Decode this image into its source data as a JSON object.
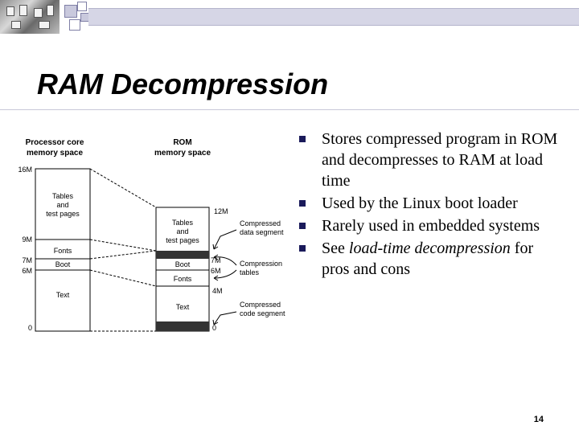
{
  "slide": {
    "title": "RAM Decompression",
    "page_number": "14"
  },
  "bullets": [
    {
      "text": "Stores compressed program in ROM and decompresses to RAM at load time",
      "emphasis": ""
    },
    {
      "text": "Used by the Linux boot loader",
      "emphasis": ""
    },
    {
      "text": "Rarely used in embedded systems",
      "emphasis": ""
    },
    {
      "text_before": "See ",
      "emphasis": "load-time decompression",
      "text_after": " for pros and cons"
    }
  ],
  "diagram": {
    "left_column_title": [
      "Processor core",
      "memory space"
    ],
    "right_column_title": [
      "ROM",
      "memory space"
    ],
    "ram_segments": [
      "Tables and test pages",
      "Fonts",
      "Boot",
      "Text"
    ],
    "ram_addresses": [
      "16M",
      "9M",
      "7M",
      "6M",
      "0"
    ],
    "rom_segments": [
      "Tables and test pages",
      "Boot",
      "Fonts",
      "Text"
    ],
    "rom_addresses": [
      "12M",
      "7M",
      "6M",
      "4M",
      "0"
    ],
    "annotations": [
      "Compressed data segment",
      "Compression tables",
      "Compressed code segment"
    ]
  },
  "colors": {
    "bullet": "#1a1a5a",
    "dark_fill": "#333333"
  }
}
